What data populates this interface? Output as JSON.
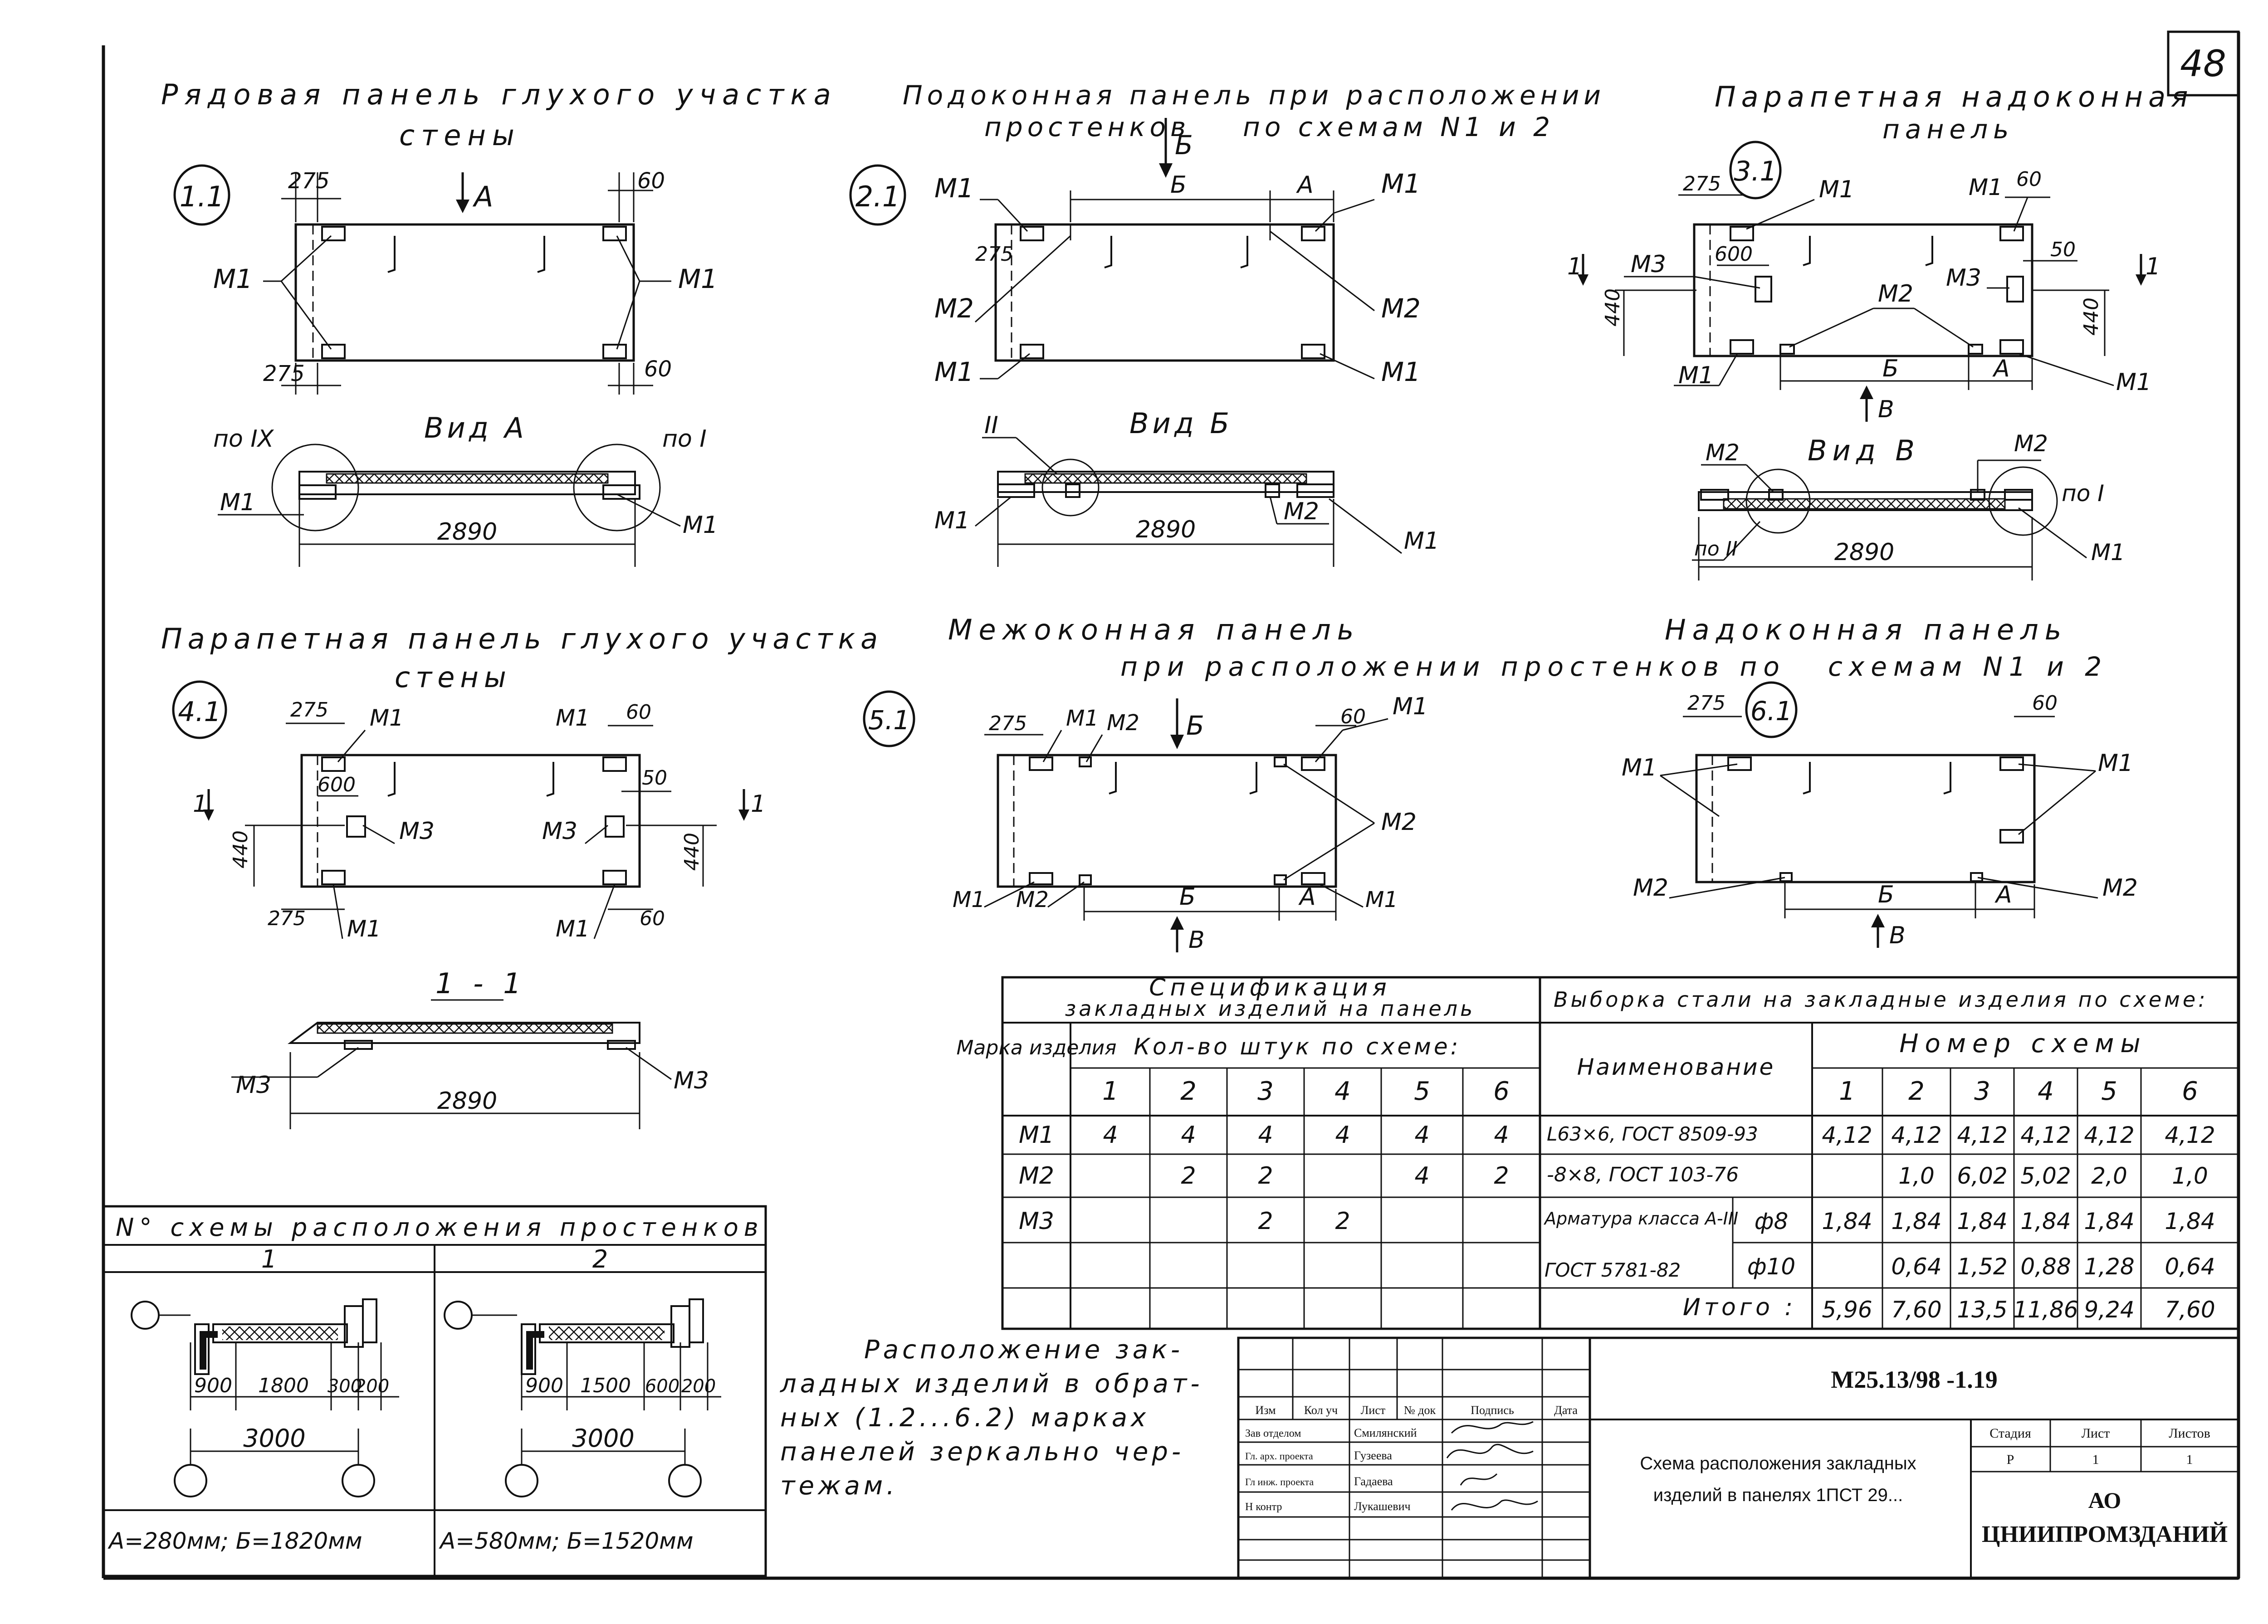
{
  "sheet_number": "48",
  "panels": [
    {
      "key": "p11",
      "title": "Рядовая панель глухого участка",
      "title2": "стены",
      "num": "1.1",
      "view": "Вид А",
      "view_arrow": "А"
    },
    {
      "key": "p21",
      "title": "Подоконная панель при расположении",
      "title2": "простенков",
      "title3": "по схемам N1 и 2",
      "num": "2.1",
      "view": "Вид Б",
      "view_arrow": "Б"
    },
    {
      "key": "p31",
      "title": "Парапетная надоконная",
      "title2": "панель",
      "num": "3.1",
      "view": "Вид В",
      "view_arrow": "В"
    },
    {
      "key": "p41",
      "title": "Парапетная панель глухого участка",
      "title2": "стены",
      "num": "4.1",
      "view": "1 - 1"
    },
    {
      "key": "p51",
      "title": "Межоконная панель",
      "title2": "при расположении простенков по",
      "num": "5.1"
    },
    {
      "key": "p61",
      "title": "Надоконная панель",
      "title2": "схемам N1 и 2",
      "num": "6.1"
    }
  ],
  "labels": {
    "m1": "М1",
    "m2": "М2",
    "m3": "М3",
    "a": "А",
    "b": "Б",
    "v": "В",
    "d275": "275",
    "d60": "60",
    "d600": "600",
    "d50": "50",
    "d440": "440",
    "d2890": "2890",
    "sec1": "1",
    "po_ix": "по IX",
    "po_i": "по I",
    "ii": "II",
    "po_ii": "по II",
    "i": "I"
  },
  "spec": {
    "title1": "Спецификация",
    "title2": "закладных изделий на панель",
    "col_mark": "Марка изделия",
    "col_qty": "Кол-во штук по схеме:",
    "schemes": [
      "1",
      "2",
      "3",
      "4",
      "5",
      "6"
    ],
    "rows": [
      {
        "mark": "М1",
        "q": [
          "4",
          "4",
          "4",
          "4",
          "4",
          "4"
        ]
      },
      {
        "mark": "М2",
        "q": [
          "",
          "2",
          "2",
          "",
          "4",
          "2"
        ]
      },
      {
        "mark": "М3",
        "q": [
          "",
          "",
          "2",
          "2",
          "",
          ""
        ]
      }
    ]
  },
  "steel": {
    "title": "Выборка стали на закладные изделия по схеме:",
    "col_name": "Наименование",
    "col_num": "Номер схемы",
    "schemes": [
      "1",
      "2",
      "3",
      "4",
      "5",
      "6"
    ],
    "rows": [
      {
        "name": "L63×6, ГОСТ 8509-93",
        "v": [
          "4,12",
          "4,12",
          "4,12",
          "4,12",
          "4,12",
          "4,12"
        ]
      },
      {
        "name": "-8×8, ГОСТ 103-76",
        "v": [
          "",
          "1,0",
          "6,02",
          "5,02",
          "2,0",
          "1,0"
        ]
      },
      {
        "name": "Арматура класса А-III",
        "sub": "ф8",
        "v": [
          "1,84",
          "1,84",
          "1,84",
          "1,84",
          "1,84",
          "1,84"
        ]
      },
      {
        "name": "ГОСТ 5781-82",
        "sub": "ф10",
        "v": [
          "",
          "0,64",
          "1,52",
          "0,88",
          "1,28",
          "0,64"
        ]
      }
    ],
    "total_label": "Итого :",
    "total": [
      "5,96",
      "7,60",
      "13,5",
      "11,86",
      "9,24",
      "7,60"
    ]
  },
  "piers": {
    "title": "N° схемы расположения простенков",
    "cols": [
      "1",
      "2"
    ],
    "s1": {
      "d900": "900",
      "d1800": "1800",
      "d300": "300",
      "d200": "200",
      "d3000": "3000",
      "caption": "А=280мм; Б=1820мм"
    },
    "s2": {
      "d900": "900",
      "d1500": "1500",
      "d600": "600",
      "d200": "200",
      "d3000": "3000",
      "caption": "А=580мм; Б=1520мм"
    }
  },
  "note": [
    "Расположение зак-",
    "ладных изделий в обрат-",
    "ных (1.2...6.2) марках",
    "панелей зеркально чер-",
    "тежам."
  ],
  "stamp": {
    "code": "M25.13/98 -1.19",
    "hdr": [
      "Изм",
      "Кол уч",
      "Лист",
      "№ док",
      "Подпись",
      "Дата"
    ],
    "people": [
      {
        "role": "Зав отделом",
        "name": "Смилянский"
      },
      {
        "role": "Гл. арх. проекта",
        "name": "Гузеева"
      },
      {
        "role": "Гл инж. проекта",
        "name": "Гадаева"
      },
      {
        "role": "Н контр",
        "name": "Лукашевич"
      }
    ],
    "desc1": "Схема расположения закладных",
    "desc2": "изделий  в панелях 1ПСТ 29...",
    "stage_h": "Стадия",
    "sheet_h": "Лист",
    "sheets_h": "Листов",
    "stage": "Р",
    "sheet": "1",
    "sheets": "1",
    "org1": "АО",
    "org2": "ЦНИИПРОМЗДАНИЙ"
  }
}
